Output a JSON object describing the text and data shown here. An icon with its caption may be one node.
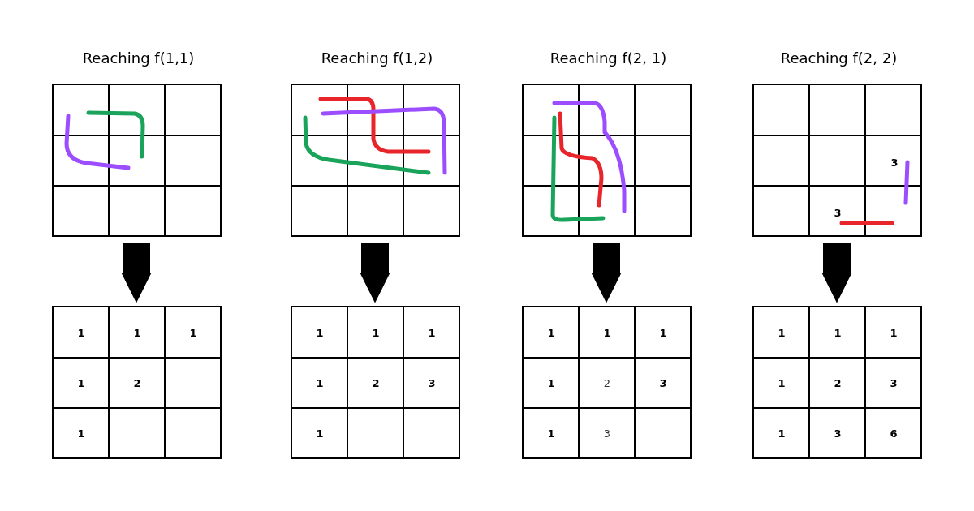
{
  "diagram": {
    "nodes": [
      {
        "text": [
          "Reaching f(1,1)"
        ]
      },
      {
        "text": [
          "Reaching f(1,2)"
        ]
      },
      {
        "text": [
          "Reaching f(2, 1)"
        ]
      },
      {
        "text": [
          "Reaching f(2, 2)",
          "3",
          "3"
        ]
      },
      {
        "text": [
          "1",
          "1",
          "1",
          "1",
          "2",
          "1"
        ]
      },
      {
        "text": [
          "1",
          "1",
          "1",
          "1",
          "2",
          "3",
          "1"
        ]
      },
      {
        "text": [
          "1",
          "1",
          "1",
          "1",
          "2",
          "3",
          "1",
          "3"
        ]
      },
      {
        "text": [
          "1",
          "1",
          "1",
          "1",
          "2",
          "3",
          "1",
          "3",
          "6"
        ]
      }
    ],
    "edges": [
      {
        "from": 0,
        "to": 4,
        "arrow": "to"
      },
      {
        "from": 1,
        "to": 5,
        "arrow": "to"
      },
      {
        "from": 2,
        "to": 6,
        "arrow": "to"
      },
      {
        "from": 3,
        "to": 7,
        "arrow": "to"
      }
    ]
  }
}
